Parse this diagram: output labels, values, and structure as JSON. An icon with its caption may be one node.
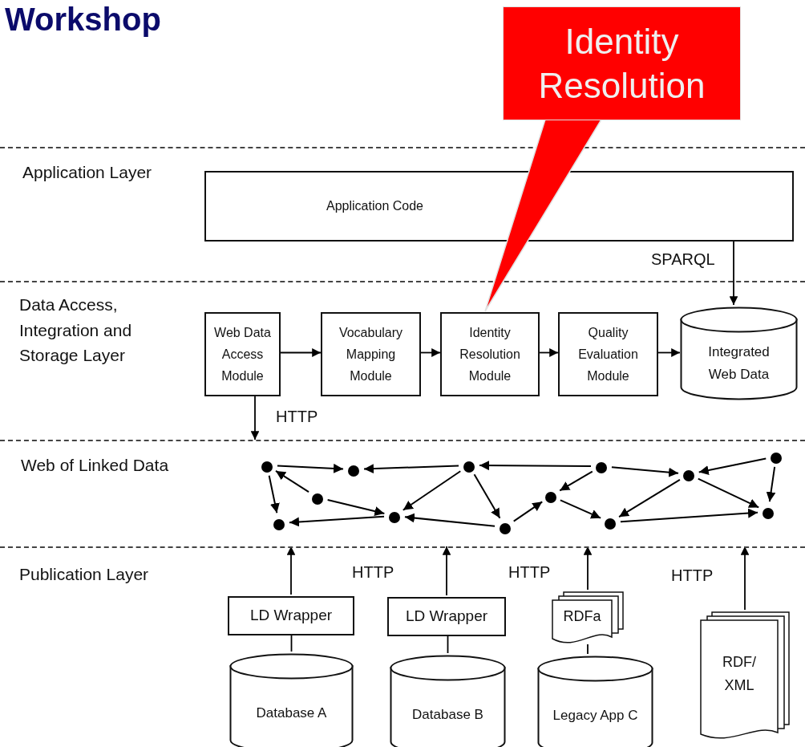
{
  "diagram": {
    "title": "Workshop",
    "nodes": [
      {
        "text": [
          "Identity Resolution"
        ]
      },
      {
        "text": [
          "Application Layer"
        ]
      },
      {
        "text": [
          "Application Code"
        ],
        "in": 1
      },
      {
        "text": [
          "Data Access, Integration and Storage Layer"
        ]
      },
      {
        "text": [
          "Web Data Access Module"
        ],
        "in": 3
      },
      {
        "text": [
          "Vocabulary Mapping Module"
        ],
        "in": 3
      },
      {
        "text": [
          "Identity Resolution Module"
        ],
        "in": 3
      },
      {
        "text": [
          "Quality Evaluation Module"
        ],
        "in": 3
      },
      {
        "text": [
          "Integrated Web Data"
        ],
        "in": 3
      },
      {
        "text": [
          "Web of Linked Data"
        ]
      },
      {
        "text": [],
        "shape": "circle",
        "in": 9
      },
      {
        "text": [],
        "shape": "circle",
        "in": 9
      },
      {
        "text": [],
        "shape": "circle",
        "in": 9
      },
      {
        "text": [],
        "shape": "circle",
        "in": 9
      },
      {
        "text": [],
        "shape": "circle",
        "in": 9
      },
      {
        "text": [],
        "shape": "circle",
        "in": 9
      },
      {
        "text": [],
        "shape": "circle",
        "in": 9
      },
      {
        "text": [],
        "shape": "circle",
        "in": 9
      },
      {
        "text": [],
        "shape": "circle",
        "in": 9
      },
      {
        "text": [],
        "shape": "circle",
        "in": 9
      },
      {
        "text": [],
        "shape": "circle",
        "in": 9
      },
      {
        "text": [],
        "shape": "circle",
        "in": 9
      },
      {
        "text": [],
        "shape": "circle",
        "in": 9
      },
      {
        "text": [
          "Publication Layer"
        ]
      },
      {
        "text": [
          "LD Wrapper"
        ],
        "in": 23
      },
      {
        "text": [
          "LD Wrapper"
        ],
        "in": 23
      },
      {
        "text": [
          "RDFa"
        ],
        "in": 23
      },
      {
        "text": [
          "RDF/ XML"
        ],
        "in": 23
      },
      {
        "text": [
          "Database A"
        ],
        "in": 23
      },
      {
        "text": [
          "Database B"
        ],
        "in": 23
      },
      {
        "text": [
          "Legacy App C"
        ],
        "in": 23
      }
    ],
    "edges": [
      {
        "from": 0,
        "to": 6,
        "arrow": "none"
      },
      {
        "from": 2,
        "to": 8,
        "arrow": "to",
        "label": "SPARQL"
      },
      {
        "from": 4,
        "to": 5,
        "arrow": "to"
      },
      {
        "from": 5,
        "to": 6,
        "arrow": "to"
      },
      {
        "from": 6,
        "to": 7,
        "arrow": "to"
      },
      {
        "from": 7,
        "to": 8,
        "arrow": "to"
      },
      {
        "from": 4,
        "to": 9,
        "arrow": "to",
        "label": "HTTP"
      },
      {
        "from": 10,
        "to": 13,
        "arrow": "to"
      },
      {
        "from": 15,
        "to": 13,
        "arrow": "to"
      },
      {
        "from": 18,
        "to": 15,
        "arrow": "to"
      },
      {
        "from": 18,
        "to": 20,
        "arrow": "to"
      },
      {
        "from": 22,
        "to": 20,
        "arrow": "to"
      },
      {
        "from": 22,
        "to": 21,
        "arrow": "to"
      },
      {
        "from": 10,
        "to": 11,
        "arrow": "to"
      },
      {
        "from": 12,
        "to": 10,
        "arrow": "to"
      },
      {
        "from": 12,
        "to": 14,
        "arrow": "to"
      },
      {
        "from": 15,
        "to": 14,
        "arrow": "to"
      },
      {
        "from": 15,
        "to": 16,
        "arrow": "to"
      },
      {
        "from": 14,
        "to": 11,
        "arrow": "to"
      },
      {
        "from": 16,
        "to": 14,
        "arrow": "to"
      },
      {
        "from": 16,
        "to": 17,
        "arrow": "to"
      },
      {
        "from": 18,
        "to": 17,
        "arrow": "to"
      },
      {
        "from": 17,
        "to": 19,
        "arrow": "to"
      },
      {
        "from": 20,
        "to": 19,
        "arrow": "to"
      },
      {
        "from": 20,
        "to": 21,
        "arrow": "to"
      },
      {
        "from": 19,
        "to": 21,
        "arrow": "to"
      },
      {
        "from": 24,
        "to": 9,
        "arrow": "to"
      },
      {
        "from": 25,
        "to": 9,
        "arrow": "to"
      },
      {
        "from": 26,
        "to": 9,
        "arrow": "to"
      },
      {
        "from": 27,
        "to": 9,
        "arrow": "to"
      },
      {
        "from": 28,
        "to": 24,
        "arrow": "none"
      },
      {
        "from": 29,
        "to": 25,
        "arrow": "none"
      },
      {
        "from": 30,
        "to": 26,
        "arrow": "none"
      }
    ],
    "labels": [
      "HTTP",
      "HTTP",
      "HTTP"
    ]
  }
}
